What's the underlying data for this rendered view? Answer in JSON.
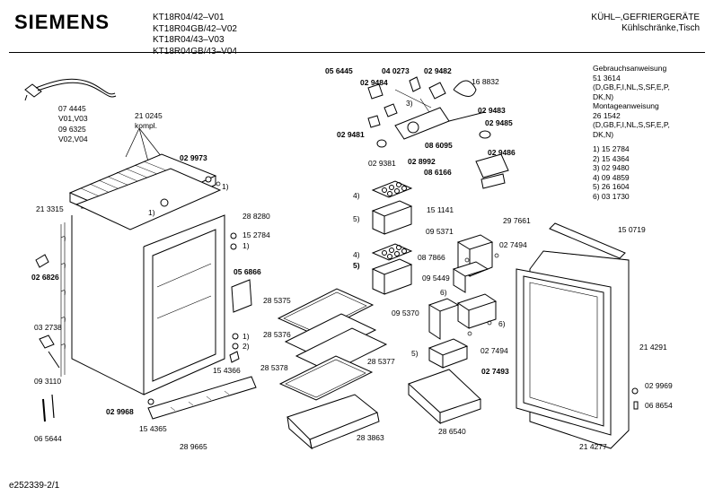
{
  "header": {
    "brand": "SIEMENS",
    "models": [
      "KT18R04/42–V01",
      "KT18R04GB/42–V02",
      "KT18R04/43–V03",
      "KT18R04GB/43–V04"
    ],
    "category": [
      "KÜHL–,GEFRIERGERÄTE",
      "Kühlschränke,Tisch"
    ]
  },
  "docs": [
    "Gebrauchsanweisung",
    "51 3614",
    "(D,GB,F,I,NL,S,SF,E,P,",
    "DK,N)",
    "Montageanweisung",
    "26 1542",
    "(D,GB,F,I,NL,S,SF,E,P,",
    "DK,N)"
  ],
  "footnotes": [
    "1)  15 2784",
    "2)  15 4364",
    "3)  02 9480",
    "4)  09 4859",
    "5)  26 1604",
    "6)  03 1730"
  ],
  "footer": "e252339-2/1",
  "labels": [
    {
      "id": "cable-numbers",
      "text": "07 4445"
    },
    {
      "id": "l-v01v03",
      "text": "V01,V03"
    },
    {
      "id": "l-096325",
      "text": "09 6325"
    },
    {
      "id": "l-v02v04",
      "text": "V02,V04"
    },
    {
      "id": "l-210245",
      "text": "21 0245"
    },
    {
      "id": "l-kompl",
      "text": "kompl."
    },
    {
      "id": "l-029973",
      "text": "02 9973",
      "bold": true
    },
    {
      "id": "l-1a",
      "text": "1)"
    },
    {
      "id": "l-1b",
      "text": "1)"
    },
    {
      "id": "l-213315",
      "text": "21 3315"
    },
    {
      "id": "l-288280",
      "text": "28 8280"
    },
    {
      "id": "l-152784",
      "text": "15 2784"
    },
    {
      "id": "l-1c",
      "text": "1)"
    },
    {
      "id": "l-026826",
      "text": "02 6826",
      "bold": true
    },
    {
      "id": "l-056866",
      "text": "05 6866",
      "bold": true
    },
    {
      "id": "l-032738",
      "text": "03 2738"
    },
    {
      "id": "l-1d",
      "text": "1)"
    },
    {
      "id": "l-2a",
      "text": "2)"
    },
    {
      "id": "l-154366",
      "text": "15 4366"
    },
    {
      "id": "l-093110",
      "text": "09 3110"
    },
    {
      "id": "l-065644",
      "text": "06 5644"
    },
    {
      "id": "l-029968",
      "text": "02 9968",
      "bold": true
    },
    {
      "id": "l-154365",
      "text": "15 4365"
    },
    {
      "id": "l-289665",
      "text": "28 9665"
    },
    {
      "id": "l-285375",
      "text": "28 5375"
    },
    {
      "id": "l-285376",
      "text": "28 5376"
    },
    {
      "id": "l-285378",
      "text": "28 5378"
    },
    {
      "id": "l-285377",
      "text": "28 5377"
    },
    {
      "id": "l-283863",
      "text": "28 3863"
    },
    {
      "id": "l-056445",
      "text": "05 6445",
      "bold": true
    },
    {
      "id": "l-040273",
      "text": "04 0273",
      "bold": true
    },
    {
      "id": "l-029482",
      "text": "02 9482",
      "bold": true
    },
    {
      "id": "l-168832",
      "text": "16 8832"
    },
    {
      "id": "l-029484",
      "text": "02 9484",
      "bold": true
    },
    {
      "id": "l-3a",
      "text": "3)"
    },
    {
      "id": "l-029483",
      "text": "02 9483",
      "bold": true
    },
    {
      "id": "l-029485",
      "text": "02 9485",
      "bold": true
    },
    {
      "id": "l-029481",
      "text": "02 9481",
      "bold": true
    },
    {
      "id": "l-086095",
      "text": "08 6095",
      "bold": true
    },
    {
      "id": "l-029486",
      "text": "02 9486",
      "bold": true
    },
    {
      "id": "l-029381",
      "text": "02 9381"
    },
    {
      "id": "l-028992",
      "text": "02 8992",
      "bold": true
    },
    {
      "id": "l-086166",
      "text": "08 6166",
      "bold": true
    },
    {
      "id": "l-4a",
      "text": "4)"
    },
    {
      "id": "l-151141",
      "text": "15 1141"
    },
    {
      "id": "l-5a",
      "text": "5)"
    },
    {
      "id": "l-095371",
      "text": "09 5371"
    },
    {
      "id": "l-297661",
      "text": "29 7661"
    },
    {
      "id": "l-150719",
      "text": "15 0719"
    },
    {
      "id": "l-027494a",
      "text": "02 7494"
    },
    {
      "id": "l-4b",
      "text": "4)"
    },
    {
      "id": "l-5b",
      "text": "5)"
    },
    {
      "id": "l-087866",
      "text": "08 7866"
    },
    {
      "id": "l-095449",
      "text": "09 5449"
    },
    {
      "id": "l-6a",
      "text": "6)"
    },
    {
      "id": "l-095370",
      "text": "09 5370"
    },
    {
      "id": "l-6b",
      "text": "6)"
    },
    {
      "id": "l-027494b",
      "text": "02 7494"
    },
    {
      "id": "l-5c",
      "text": "5)"
    },
    {
      "id": "l-027493",
      "text": "02 7493",
      "bold": true
    },
    {
      "id": "l-286540",
      "text": "28 6540"
    },
    {
      "id": "l-214291",
      "text": "21 4291"
    },
    {
      "id": "l-029969",
      "text": "02 9969"
    },
    {
      "id": "l-068654",
      "text": "06 8654"
    },
    {
      "id": "l-214277",
      "text": "21 4277"
    }
  ]
}
